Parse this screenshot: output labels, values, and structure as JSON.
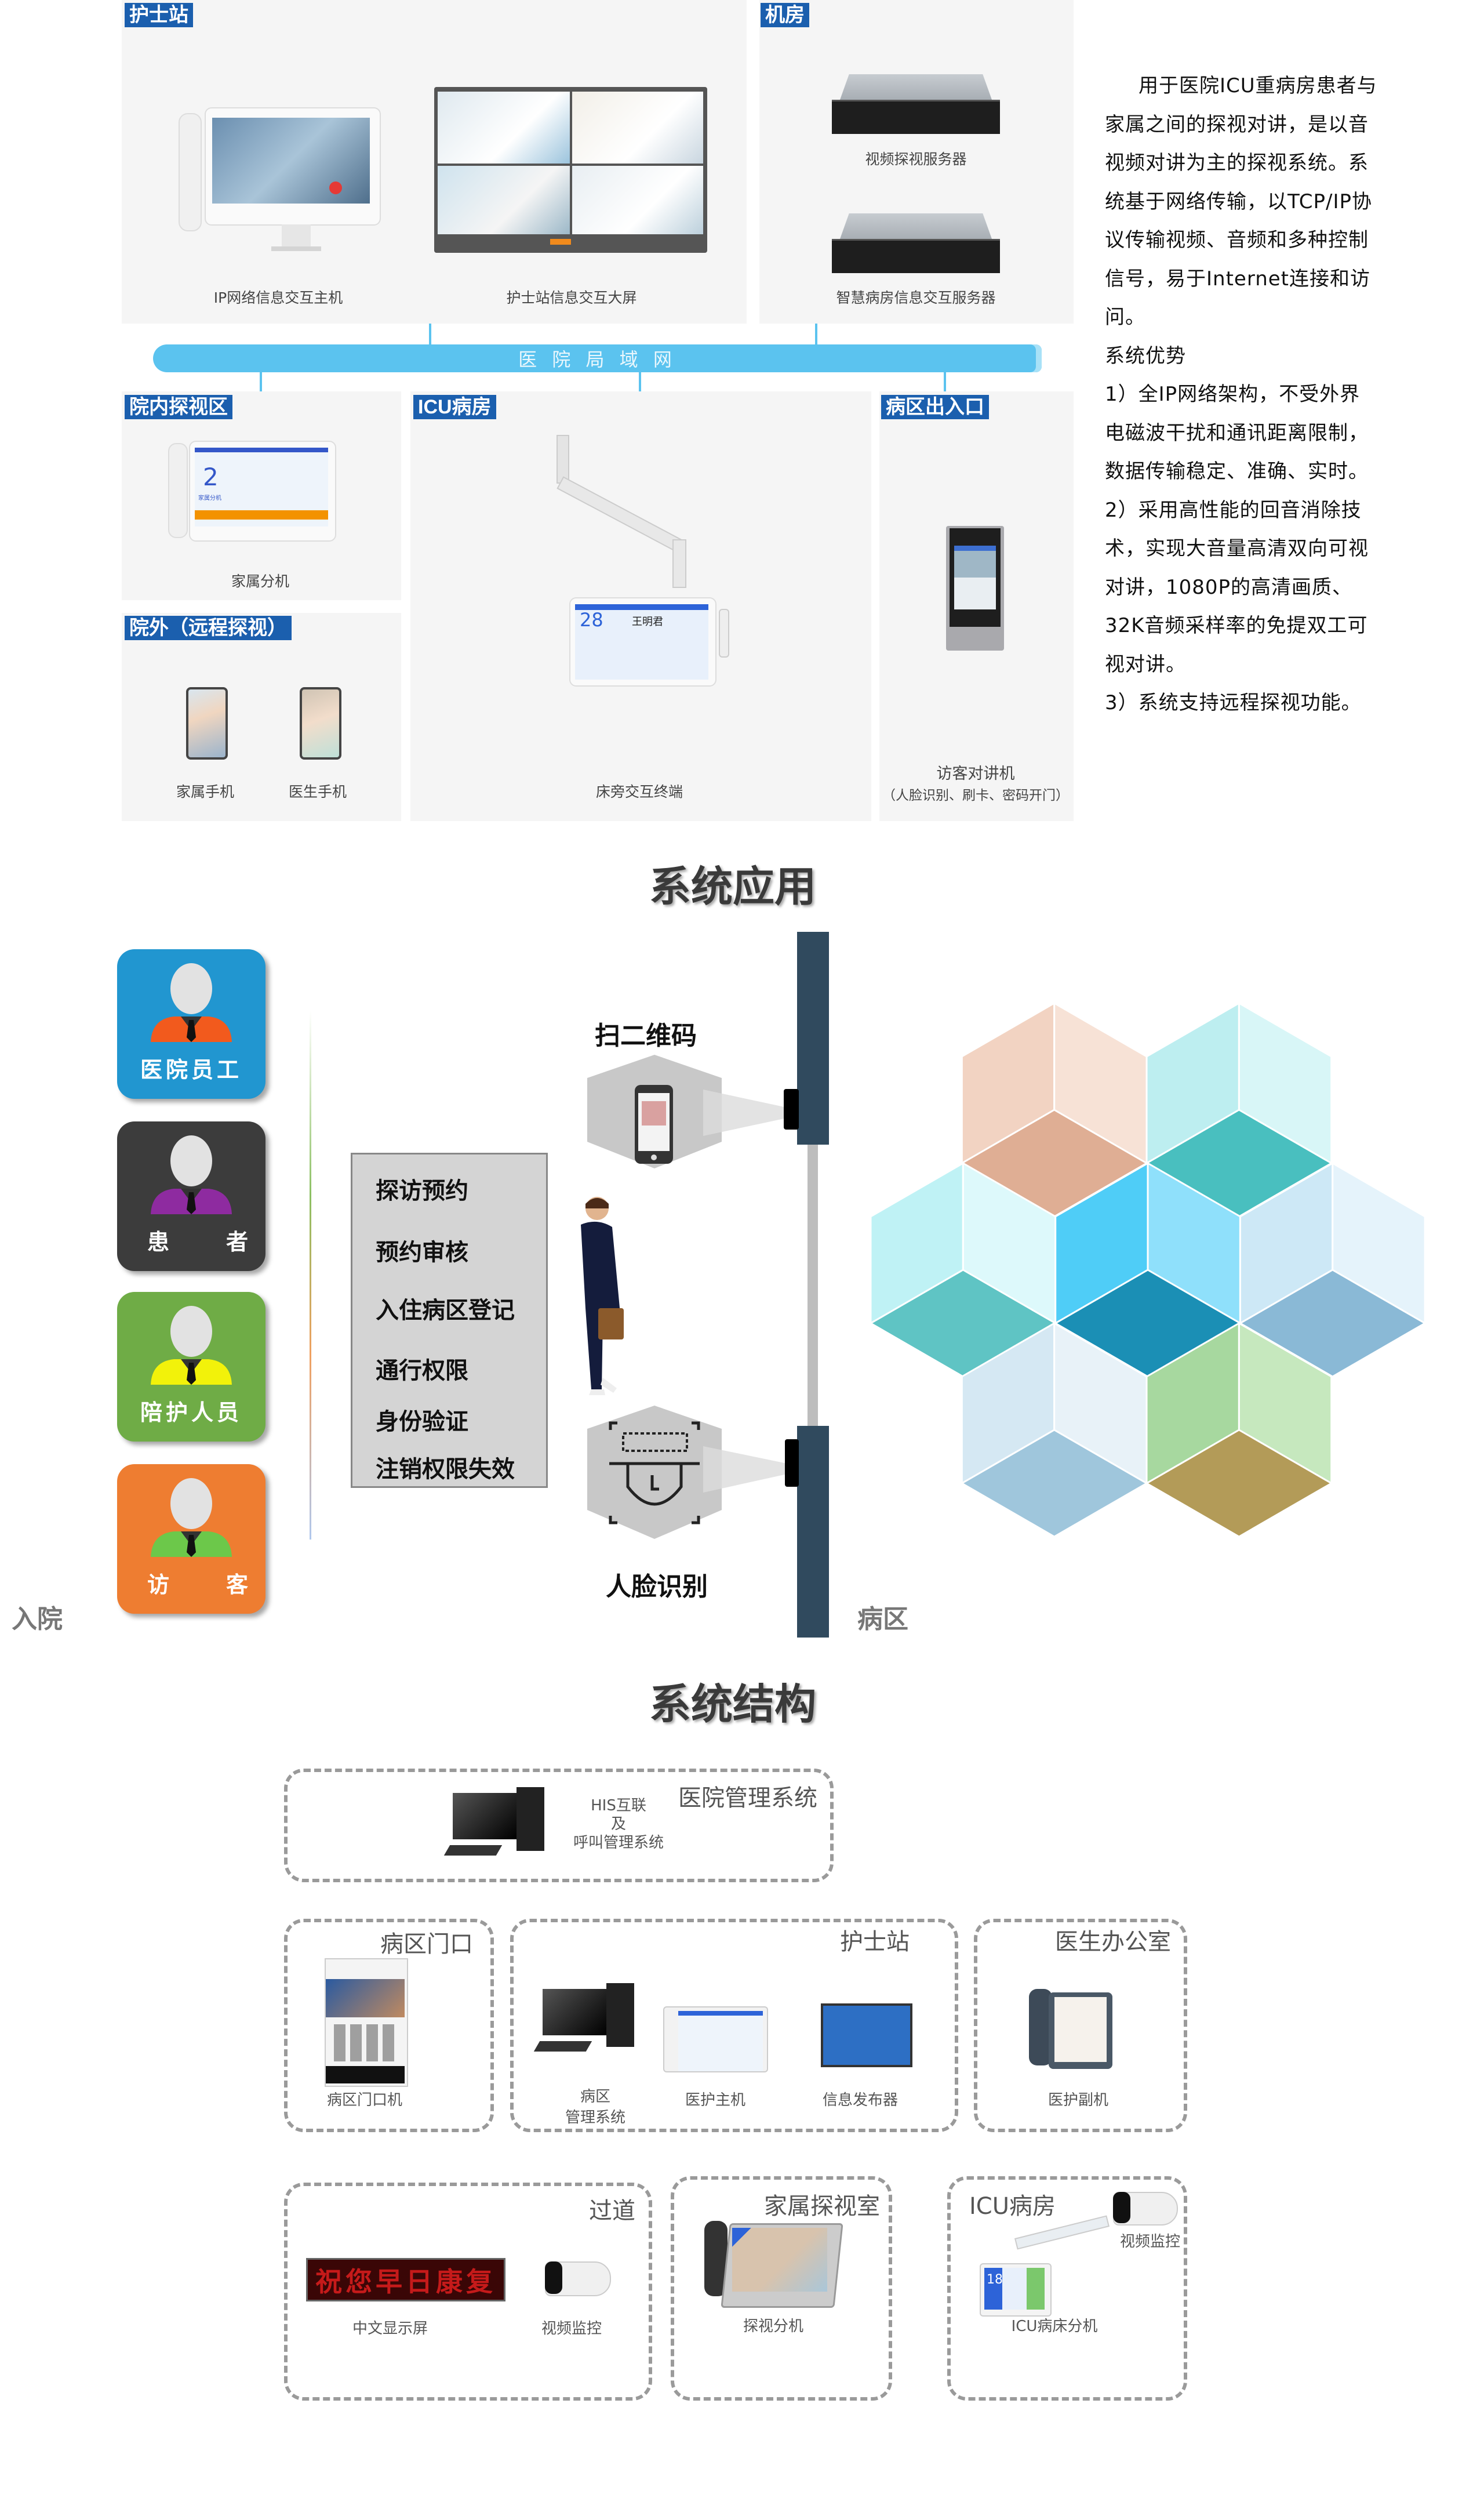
{
  "top": {
    "nurse_station": {
      "label": "护士站",
      "devices": [
        {
          "label": "IP网络信息交互主机"
        },
        {
          "label": "护士站信息交互大屏"
        }
      ]
    },
    "server_room": {
      "label": "机房",
      "devices": [
        {
          "label": "视频探视服务器"
        },
        {
          "label": "智慧病房信息交互服务器"
        }
      ]
    },
    "lan": {
      "label": "医 院 局 域 网"
    },
    "in_hospital": {
      "label": "院内探视区",
      "device": "家属分机",
      "screen_number": "2",
      "screen_caption": "家属分机"
    },
    "remote": {
      "label": "院外（远程探视）",
      "devices": [
        {
          "label": "家属手机"
        },
        {
          "label": "医生手机"
        }
      ]
    },
    "icu": {
      "label": "ICU病房",
      "device": "床旁交互终端",
      "screen_number": "28",
      "patient_name": "王明君"
    },
    "entrance": {
      "label": "病区出入口",
      "device": "访客对讲机",
      "device_note": "（人脸识别、刷卡、密码开门）"
    }
  },
  "description": {
    "lines": [
      "用于医院ICU重病房患者与",
      "家属之间的探视对讲，是以音",
      "视频对讲为主的探视系统。系",
      "统基于网络传输，以TCP/IP协",
      "议传输视频、音频和多种控制",
      "信号，易于Internet连接和访",
      "问。",
      "系统优势",
      "1）全IP网络架构，不受外界",
      "电磁波干扰和通讯距离限制，",
      "数据传输稳定、准确、实时。",
      "2）采用高性能的回音消除技",
      "术，实现大音量高清双向可视",
      "对讲，1080P的高清画质、",
      "32K音频采样率的免提双工可",
      "视对讲。",
      "3）系统支持远程探视功能。"
    ]
  },
  "application": {
    "title": "系统应用",
    "roles": [
      {
        "label": "医院员工",
        "color": "#2196d0",
        "shirt": "#f25a1d"
      },
      {
        "label_a": "患",
        "label_b": "者",
        "color": "#3c3c3c",
        "shirt": "#8e2ba0"
      },
      {
        "label": "陪护人员",
        "color": "#6fac46",
        "shirt": "#f2f20a"
      },
      {
        "label_a": "访",
        "label_b": "客",
        "color": "#ee7d31",
        "shirt": "#6cc84a"
      }
    ],
    "entry_label": "入院",
    "ward_label": "病区",
    "steps": [
      "探访预约",
      "预约审核",
      "入住病区登记",
      "通行权限",
      "身份验证",
      "注销权限失效"
    ],
    "qr_label": "扫二维码",
    "face_label": "人脸识别",
    "rooms": [
      {
        "left": "#f2d3c2",
        "right": "#f7e2d6",
        "floor": "#dfae94"
      },
      {
        "left": "#bdeef0",
        "right": "#d8f6f7",
        "floor": "#49bfbf"
      },
      {
        "left": "#bff2f5",
        "right": "#ddf9fb",
        "floor": "#5fc4c4"
      },
      {
        "left": "#4fcdf7",
        "right": "#8fe0fb",
        "floor": "#1b8fb5"
      },
      {
        "left": "#cde8f6",
        "right": "#e5f3fb",
        "floor": "#8ab9d6"
      },
      {
        "left": "#d5e8f3",
        "right": "#e8f2f8",
        "floor": "#9fc6dc"
      },
      {
        "left": "#a7d89f",
        "right": "#c6e8be",
        "floor": "#b39b58"
      }
    ]
  },
  "structure": {
    "title": "系统结构",
    "his": {
      "title": "医院管理系统",
      "text_lines": [
        "HIS互联",
        "及",
        "呼叫管理系统"
      ]
    },
    "ward_door": {
      "title": "病区门口",
      "device": "病区门口机"
    },
    "nurse_station": {
      "title": "护士站",
      "devices": [
        {
          "label_lines": [
            "病区",
            "管理系统"
          ]
        },
        {
          "label": "医护主机"
        },
        {
          "label": "信息发布器"
        }
      ]
    },
    "doctor_office": {
      "title": "医生办公室",
      "device": "医护副机"
    },
    "corridor": {
      "title": "过道",
      "devices": [
        {
          "label": "中文显示屏",
          "led_text": "祝您早日康复"
        },
        {
          "label": "视频监控"
        }
      ]
    },
    "family_room": {
      "title": "家属探视室",
      "device": "探视分机"
    },
    "icu": {
      "title": "ICU病房",
      "camera": "视频监控",
      "device": "ICU病床分机",
      "screen_number": "18"
    }
  }
}
